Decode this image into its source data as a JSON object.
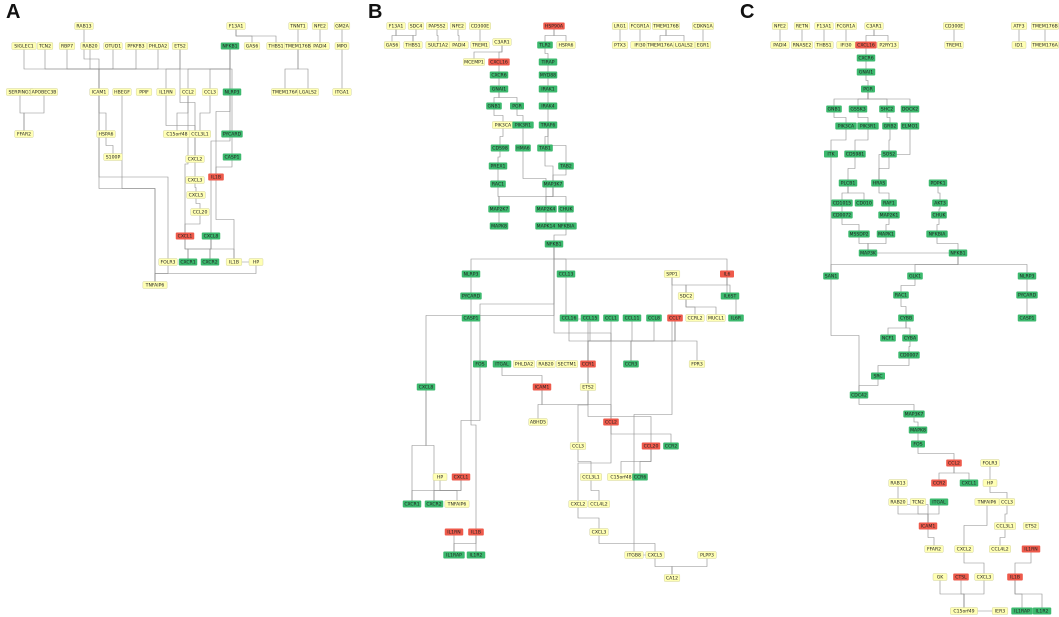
{
  "colors": {
    "yellow": "#ffffb4",
    "green": "#3cb96e",
    "red": "#ee5a4b",
    "edge": "#8c8c8c",
    "stroke": "#c8c896"
  },
  "panels": [
    {
      "id": "A",
      "label": "A",
      "nodes": [
        {
          "id": "RAB13",
          "c": "yellow"
        },
        {
          "id": "F13A1",
          "c": "yellow"
        },
        {
          "id": "TNNT1",
          "c": "yellow"
        },
        {
          "id": "NFE2",
          "c": "yellow"
        },
        {
          "id": "GM2A",
          "c": "yellow"
        },
        {
          "id": "SIGLEC1",
          "c": "yellow"
        },
        {
          "id": "TCN2",
          "c": "yellow"
        },
        {
          "id": "RBP7",
          "c": "yellow"
        },
        {
          "id": "RAB20",
          "c": "yellow"
        },
        {
          "id": "OTUD1",
          "c": "yellow"
        },
        {
          "id": "PFKFB3",
          "c": "yellow"
        },
        {
          "id": "PHLDA2",
          "c": "yellow"
        },
        {
          "id": "ETS2",
          "c": "yellow"
        },
        {
          "id": "NFKB1",
          "c": "green"
        },
        {
          "id": "GAS6",
          "c": "yellow"
        },
        {
          "id": "THBS1",
          "c": "yellow"
        },
        {
          "id": "TMEM176B",
          "c": "yellow"
        },
        {
          "id": "PADI4",
          "c": "yellow"
        },
        {
          "id": "MPO",
          "c": "yellow"
        },
        {
          "id": "SERPING1",
          "c": "yellow"
        },
        {
          "id": "APOBEC3B",
          "c": "yellow"
        },
        {
          "id": "ICAM1",
          "c": "yellow"
        },
        {
          "id": "HBEGF",
          "c": "yellow"
        },
        {
          "id": "PPIF",
          "c": "yellow"
        },
        {
          "id": "IL1RN",
          "c": "yellow"
        },
        {
          "id": "CCL2",
          "c": "yellow"
        },
        {
          "id": "CCL3",
          "c": "yellow"
        },
        {
          "id": "NLRP3",
          "c": "green"
        },
        {
          "id": "TMEM176A",
          "c": "yellow"
        },
        {
          "id": "LGALS2",
          "c": "yellow"
        },
        {
          "id": "ITGA1",
          "c": "yellow"
        },
        {
          "id": "FFAR2",
          "c": "yellow"
        },
        {
          "id": "HSPA6",
          "c": "yellow"
        },
        {
          "id": "S100P",
          "c": "yellow"
        },
        {
          "id": "C15orf48",
          "c": "yellow"
        },
        {
          "id": "CCL3L1",
          "c": "yellow"
        },
        {
          "id": "PYCARD",
          "c": "green"
        },
        {
          "id": "CASP1",
          "c": "green"
        },
        {
          "id": "CXCL2",
          "c": "yellow"
        },
        {
          "id": "IL1B",
          "c": "red"
        },
        {
          "id": "CXCL3",
          "c": "yellow"
        },
        {
          "id": "CXCL5",
          "c": "yellow"
        },
        {
          "id": "CCL20",
          "c": "yellow"
        },
        {
          "id": "CXCL1",
          "c": "red"
        },
        {
          "id": "CXCL8",
          "c": "green"
        },
        {
          "id": "FOLR3",
          "c": "yellow"
        },
        {
          "id": "CXCR1",
          "c": "green"
        },
        {
          "id": "CXCR2",
          "c": "green"
        },
        {
          "id": "IL1B_2",
          "t": "IL1B",
          "c": "yellow"
        },
        {
          "id": "HP",
          "c": "yellow"
        },
        {
          "id": "TNFAIP6",
          "c": "yellow"
        }
      ]
    },
    {
      "id": "B",
      "label": "B",
      "nodes": [
        {
          "id": "F13A1",
          "c": "yellow"
        },
        {
          "id": "SDC4",
          "c": "yellow"
        },
        {
          "id": "PAPSS2",
          "c": "yellow"
        },
        {
          "id": "NFE2",
          "c": "yellow"
        },
        {
          "id": "CD300E",
          "c": "yellow"
        },
        {
          "id": "HSP90AA1",
          "t": "HSP90A",
          "c": "red"
        },
        {
          "id": "LRG1",
          "c": "yellow"
        },
        {
          "id": "FCGR1A",
          "c": "yellow"
        },
        {
          "id": "TMEM176B",
          "c": "yellow"
        },
        {
          "id": "CDKN1A",
          "c": "yellow"
        },
        {
          "id": "GAS6",
          "c": "yellow"
        },
        {
          "id": "THBS1",
          "c": "yellow"
        },
        {
          "id": "SULT1A2",
          "c": "yellow"
        },
        {
          "id": "PADI4",
          "c": "yellow"
        },
        {
          "id": "TREM1",
          "c": "yellow"
        },
        {
          "id": "C3AR1",
          "c": "yellow"
        },
        {
          "id": "TLR2",
          "c": "green"
        },
        {
          "id": "HSPA6",
          "c": "yellow"
        },
        {
          "id": "PTX3",
          "c": "yellow"
        },
        {
          "id": "IFI30",
          "c": "yellow"
        },
        {
          "id": "TMEM176A",
          "c": "yellow"
        },
        {
          "id": "LGALS2",
          "c": "yellow"
        },
        {
          "id": "EGR1",
          "c": "yellow"
        },
        {
          "id": "MCEMP1",
          "c": "yellow"
        },
        {
          "id": "CXCL16",
          "c": "red"
        },
        {
          "id": "TIRAP",
          "c": "green"
        },
        {
          "id": "CXCR6",
          "c": "green"
        },
        {
          "id": "MYD88",
          "c": "green"
        },
        {
          "id": "GNAI1",
          "c": "green"
        },
        {
          "id": "IRAK1",
          "c": "green"
        },
        {
          "id": "GNB1",
          "c": "green"
        },
        {
          "id": "PGR",
          "c": "green"
        },
        {
          "id": "IRAK4",
          "c": "green"
        },
        {
          "id": "PIK3CA",
          "c": "yellow"
        },
        {
          "id": "PIK3R1",
          "c": "green"
        },
        {
          "id": "TRAF6",
          "c": "green"
        },
        {
          "id": "CDS98",
          "c": "green"
        },
        {
          "id": "PREX1",
          "c": "green"
        },
        {
          "id": "HMA6",
          "c": "green"
        },
        {
          "id": "TAB1",
          "c": "green"
        },
        {
          "id": "TAB2",
          "c": "green"
        },
        {
          "id": "MAP3K7",
          "c": "green"
        },
        {
          "id": "RAC1",
          "c": "green"
        },
        {
          "id": "MAP2K7",
          "c": "green"
        },
        {
          "id": "MAP2K4",
          "c": "green"
        },
        {
          "id": "CHUK",
          "c": "green"
        },
        {
          "id": "MAPK8",
          "c": "green"
        },
        {
          "id": "MAPK14",
          "c": "green"
        },
        {
          "id": "NFKBIA",
          "c": "green"
        },
        {
          "id": "NFKB1",
          "c": "green"
        },
        {
          "id": "NLRP3",
          "c": "green"
        },
        {
          "id": "CCL13",
          "c": "green"
        },
        {
          "id": "SPP1",
          "c": "yellow"
        },
        {
          "id": "IL6",
          "c": "red"
        },
        {
          "id": "PYCARD",
          "c": "green"
        },
        {
          "id": "SDC2",
          "c": "yellow"
        },
        {
          "id": "IL6ST",
          "c": "green"
        },
        {
          "id": "CASP1",
          "c": "green"
        },
        {
          "id": "CCL16",
          "c": "green"
        },
        {
          "id": "CCL15",
          "c": "green"
        },
        {
          "id": "CCL1",
          "c": "green"
        },
        {
          "id": "CCL11",
          "c": "green"
        },
        {
          "id": "CCL8",
          "c": "green"
        },
        {
          "id": "CCL7",
          "c": "red"
        },
        {
          "id": "CCRL2",
          "c": "yellow"
        },
        {
          "id": "MUCL1",
          "c": "yellow"
        },
        {
          "id": "IL6R",
          "c": "green"
        },
        {
          "id": "FOS",
          "c": "green"
        },
        {
          "id": "ITGAL",
          "c": "green"
        },
        {
          "id": "PHLDA2",
          "c": "yellow"
        },
        {
          "id": "RAB20",
          "c": "yellow"
        },
        {
          "id": "SECTM1",
          "c": "yellow"
        },
        {
          "id": "CCR1",
          "c": "red"
        },
        {
          "id": "CCR3",
          "c": "green"
        },
        {
          "id": "FPR3",
          "c": "yellow"
        },
        {
          "id": "CXCL8",
          "c": "green"
        },
        {
          "id": "ETS2",
          "c": "yellow"
        },
        {
          "id": "ICAM1",
          "c": "red"
        },
        {
          "id": "ABHD5",
          "c": "yellow"
        },
        {
          "id": "CCL2",
          "c": "red"
        },
        {
          "id": "CCL3",
          "c": "yellow"
        },
        {
          "id": "CCL20",
          "c": "red"
        },
        {
          "id": "CCR2",
          "c": "green"
        },
        {
          "id": "HP",
          "c": "yellow"
        },
        {
          "id": "CXCL1",
          "c": "red"
        },
        {
          "id": "CCL3L1",
          "c": "yellow"
        },
        {
          "id": "C15orf48",
          "c": "yellow"
        },
        {
          "id": "CCR6",
          "c": "green"
        },
        {
          "id": "TNFAIP6",
          "c": "yellow"
        },
        {
          "id": "CXCL2",
          "c": "yellow"
        },
        {
          "id": "CCL4L2",
          "c": "yellow"
        },
        {
          "id": "CXCR1",
          "c": "green"
        },
        {
          "id": "CXCR2",
          "c": "green"
        },
        {
          "id": "CXCL3",
          "c": "yellow"
        },
        {
          "id": "IL1RN",
          "c": "red"
        },
        {
          "id": "IL1B",
          "c": "red"
        },
        {
          "id": "IL1RAP",
          "c": "green"
        },
        {
          "id": "IL1R2",
          "c": "green"
        },
        {
          "id": "ITGB8",
          "c": "yellow"
        },
        {
          "id": "CXCL5",
          "c": "yellow"
        },
        {
          "id": "PLPP3",
          "c": "yellow"
        },
        {
          "id": "CA12",
          "c": "yellow"
        }
      ]
    },
    {
      "id": "C",
      "label": "C",
      "nodes": [
        {
          "id": "NFE2",
          "c": "yellow"
        },
        {
          "id": "RETN",
          "c": "yellow"
        },
        {
          "id": "F13A1",
          "c": "yellow"
        },
        {
          "id": "FCGR1A",
          "c": "yellow"
        },
        {
          "id": "C3AR1",
          "c": "yellow"
        },
        {
          "id": "CD300E",
          "c": "yellow"
        },
        {
          "id": "ATF3",
          "c": "yellow"
        },
        {
          "id": "TMEM176B",
          "c": "yellow"
        },
        {
          "id": "PADI4",
          "c": "yellow"
        },
        {
          "id": "RNASE2",
          "c": "yellow"
        },
        {
          "id": "THBS1",
          "c": "yellow"
        },
        {
          "id": "IFI30",
          "c": "yellow"
        },
        {
          "id": "CXCL16",
          "c": "red"
        },
        {
          "id": "P2RY13",
          "c": "yellow"
        },
        {
          "id": "TREM1",
          "c": "yellow"
        },
        {
          "id": "ID1",
          "c": "yellow"
        },
        {
          "id": "TMEM176A",
          "c": "yellow"
        },
        {
          "id": "CXCR6",
          "c": "green"
        },
        {
          "id": "GNAI1",
          "c": "green"
        },
        {
          "id": "PGR",
          "c": "green"
        },
        {
          "id": "GNB1",
          "c": "green"
        },
        {
          "id": "GSSK3",
          "c": "green"
        },
        {
          "id": "SHC2",
          "c": "green"
        },
        {
          "id": "DOCK2",
          "c": "green"
        },
        {
          "id": "PIK3CA",
          "c": "green"
        },
        {
          "id": "PIK3R1",
          "c": "green"
        },
        {
          "id": "GRB2",
          "c": "green"
        },
        {
          "id": "ELMO1",
          "c": "green"
        },
        {
          "id": "ITK",
          "c": "green"
        },
        {
          "id": "CDS981",
          "c": "green"
        },
        {
          "id": "SOS2",
          "c": "green"
        },
        {
          "id": "PLCB1",
          "c": "green"
        },
        {
          "id": "HRAS",
          "c": "green"
        },
        {
          "id": "PDPK1",
          "c": "green"
        },
        {
          "id": "CD1015",
          "c": "green"
        },
        {
          "id": "CD010",
          "c": "green"
        },
        {
          "id": "RAF1",
          "c": "green"
        },
        {
          "id": "AKT3",
          "c": "green"
        },
        {
          "id": "CD0072",
          "c": "green"
        },
        {
          "id": "MAP2K1",
          "c": "green"
        },
        {
          "id": "CHUK",
          "c": "green"
        },
        {
          "id": "MSSDP2",
          "c": "green"
        },
        {
          "id": "MAPK1",
          "c": "green"
        },
        {
          "id": "NFKBIA",
          "c": "green"
        },
        {
          "id": "MAP3K",
          "c": "green"
        },
        {
          "id": "NFKB1",
          "c": "green"
        },
        {
          "id": "SAN1",
          "c": "green"
        },
        {
          "id": "GLK1",
          "c": "green"
        },
        {
          "id": "NLRP3",
          "c": "green"
        },
        {
          "id": "RAC1",
          "c": "green"
        },
        {
          "id": "PYCARD",
          "c": "green"
        },
        {
          "id": "CYBB",
          "c": "green"
        },
        {
          "id": "CASP1",
          "c": "green"
        },
        {
          "id": "NCF1",
          "c": "green"
        },
        {
          "id": "CYBA",
          "c": "green"
        },
        {
          "id": "CD0007",
          "c": "green"
        },
        {
          "id": "SRC",
          "c": "green"
        },
        {
          "id": "CDC42",
          "c": "green"
        },
        {
          "id": "MAP3K7",
          "c": "green"
        },
        {
          "id": "MAPK8",
          "c": "green"
        },
        {
          "id": "FOS",
          "c": "green"
        },
        {
          "id": "FOLR3",
          "c": "yellow"
        },
        {
          "id": "CCL2",
          "c": "red"
        },
        {
          "id": "RAB13",
          "c": "yellow"
        },
        {
          "id": "CCR2",
          "c": "red"
        },
        {
          "id": "CXCL1",
          "c": "green"
        },
        {
          "id": "HP",
          "c": "yellow"
        },
        {
          "id": "RAB20",
          "c": "yellow"
        },
        {
          "id": "TCN2",
          "c": "yellow"
        },
        {
          "id": "ITGAL",
          "c": "green"
        },
        {
          "id": "TNFAIP6",
          "c": "yellow"
        },
        {
          "id": "CCL3",
          "c": "yellow"
        },
        {
          "id": "ICAM1",
          "c": "red"
        },
        {
          "id": "CCL3L1",
          "c": "yellow"
        },
        {
          "id": "ETS2",
          "c": "yellow"
        },
        {
          "id": "FFAR2",
          "c": "yellow"
        },
        {
          "id": "CXCL2",
          "c": "yellow"
        },
        {
          "id": "CCL4L2",
          "c": "yellow"
        },
        {
          "id": "IL1RN",
          "c": "red"
        },
        {
          "id": "GK",
          "c": "yellow"
        },
        {
          "id": "CTSL",
          "c": "red"
        },
        {
          "id": "CXCL3",
          "c": "yellow"
        },
        {
          "id": "IL1B",
          "c": "red"
        },
        {
          "id": "C15orf49",
          "c": "yellow"
        },
        {
          "id": "IER3",
          "c": "yellow"
        },
        {
          "id": "IL1RAP",
          "c": "green"
        },
        {
          "id": "IL1R2",
          "c": "green"
        }
      ]
    }
  ]
}
